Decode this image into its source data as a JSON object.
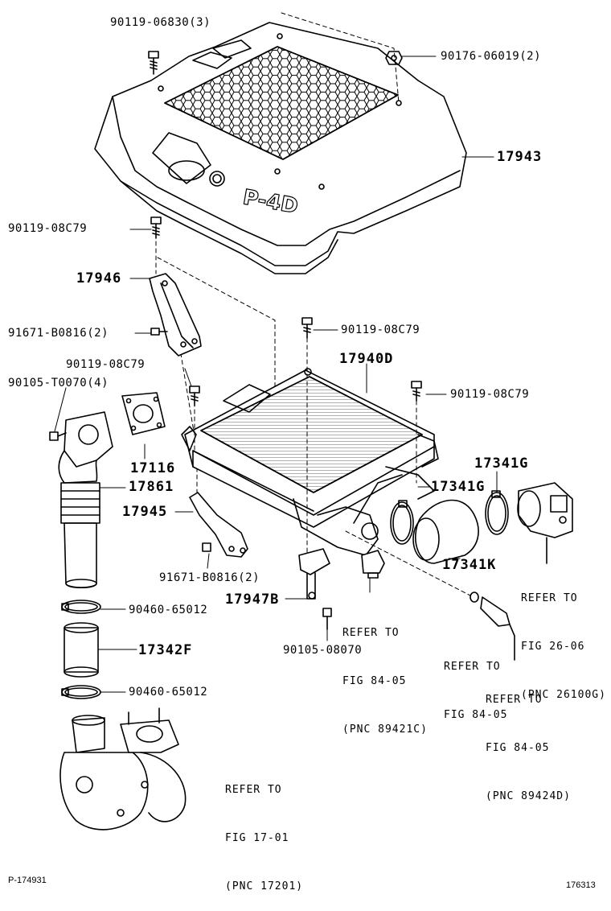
{
  "parts": {
    "p1": "90119-06830(3)",
    "p2": "90176-06019(2)",
    "p3": "17943",
    "p4": "90119-08C79",
    "p5": "17946",
    "p6": "91671-B0816(2)",
    "p7": "90119-08C79",
    "p8": "17940D",
    "p9": "90119-08C79",
    "p10": "90119-08C79",
    "p11": "90105-T0070(4)",
    "p12": "17341G",
    "p13": "17341G",
    "p14": "17116",
    "p15": "17861",
    "p16": "17945",
    "p17": "17341K",
    "p18": "91671-B0816(2)",
    "p19": "17947B",
    "p20": "90460-65012",
    "p21": "17342F",
    "p22": "90105-08070",
    "p23": "90460-65012"
  },
  "refs": {
    "r1": [
      "REFER TO",
      "FIG 26-06",
      "(PNC 26100G)"
    ],
    "r2": [
      "REFER TO",
      "FIG 84-05",
      "(PNC 89421C)"
    ],
    "r3": [
      "REFER TO",
      "FIG 84-05"
    ],
    "r4": [
      "REFER TO",
      "FIG 84-05",
      "(PNC 89424D)"
    ],
    "r5": [
      "REFER TO",
      "FIG 17-01",
      "(PNC 17201)"
    ]
  },
  "cover_text": "P-4D",
  "footer": {
    "left": "P-174931",
    "right": "176313"
  }
}
